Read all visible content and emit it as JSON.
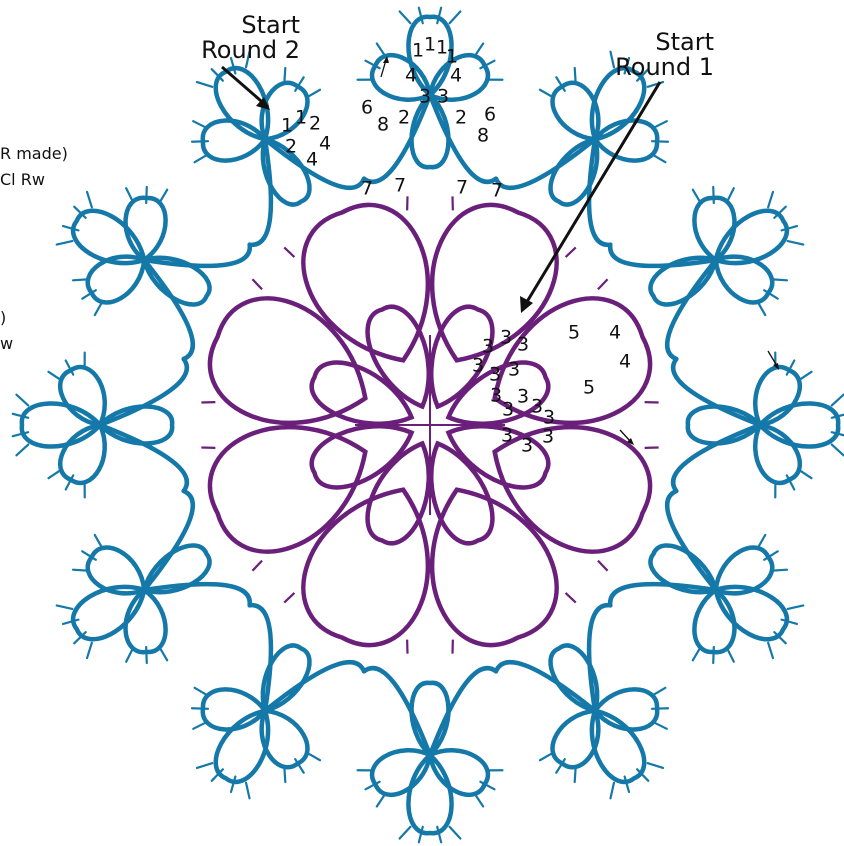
{
  "labels": {
    "start_round_2": [
      "Start",
      "Round 2"
    ],
    "start_round_1": [
      "Start",
      "Round 1"
    ],
    "left_edge": [
      "R made)",
      "Cl Rw",
      ")",
      "w"
    ]
  },
  "stitch_counts": {
    "round2_top_trefoil": [
      "1",
      "1",
      "1",
      "1",
      "4",
      "4",
      "3",
      "3",
      "2",
      "2",
      "6",
      "6",
      "8",
      "8"
    ],
    "round2_start_ring": [
      "1",
      "1",
      "2",
      "2",
      "4",
      "4"
    ],
    "round2_chains": [
      "7",
      "7",
      "7",
      "7"
    ],
    "round1_rings": [
      "3",
      "3",
      "3",
      "3",
      "3",
      "3",
      "3",
      "3",
      "3",
      "3",
      "3",
      "3",
      "3",
      "3"
    ],
    "round1_chain": [
      "5",
      "4",
      "4",
      "5"
    ]
  },
  "colors": {
    "round1": "#6a1f7a",
    "round2": "#1478a8",
    "text": "#111111"
  }
}
